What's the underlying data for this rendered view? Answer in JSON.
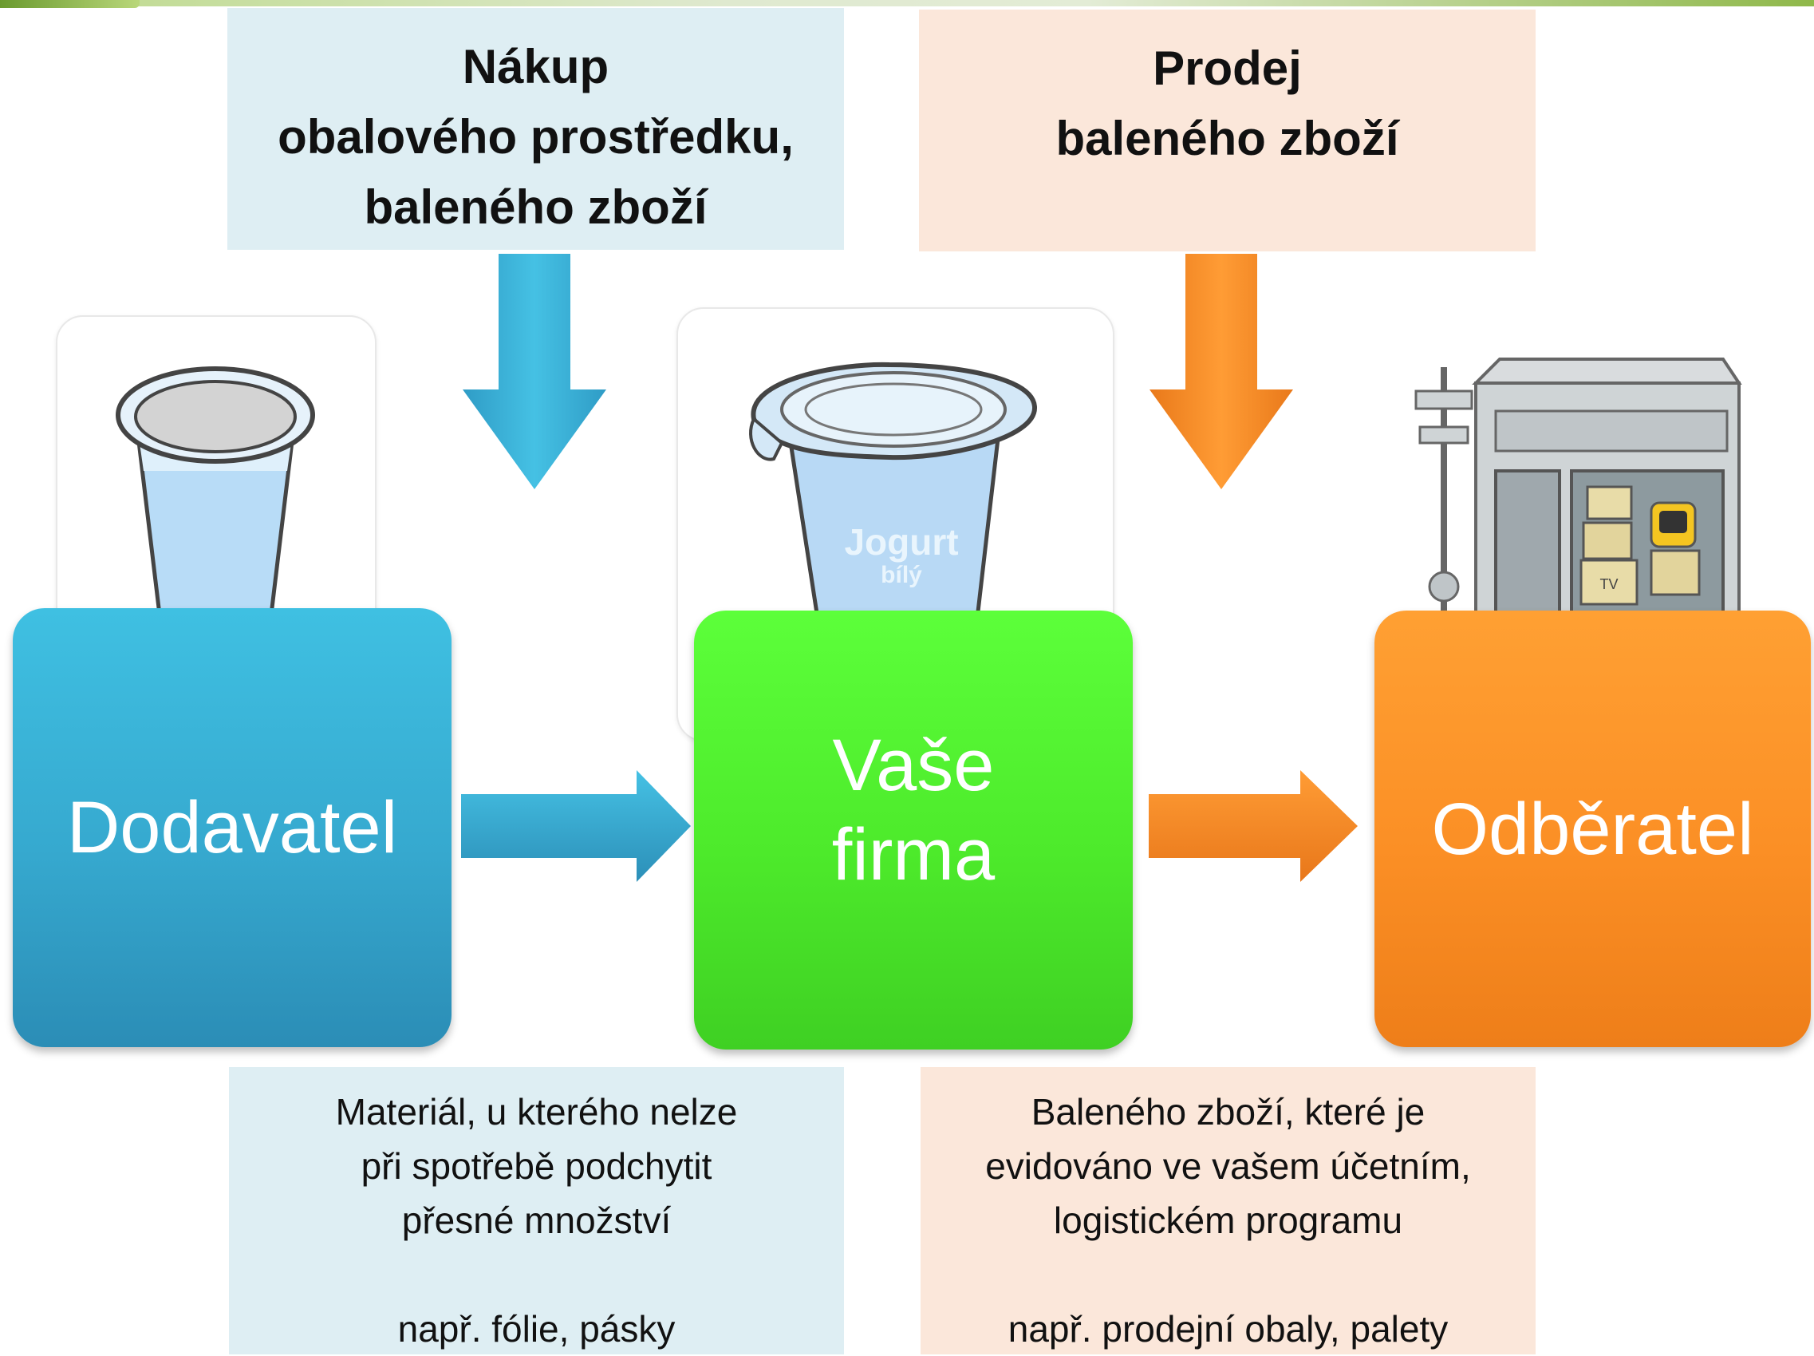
{
  "colors": {
    "blue": "#37aed4",
    "green": "#4eea2c",
    "orange": "#fa8d25",
    "light_blue_box": "#deeef3",
    "light_peach_box": "#fbe7da"
  },
  "top_labels": {
    "purchase": [
      "Nákup",
      "obalového prostředku,",
      "baleného zboží"
    ],
    "sale": [
      "Prodej",
      "baleného zboží"
    ]
  },
  "nodes": {
    "supplier": [
      "Dodavatel"
    ],
    "company": [
      "Vaše",
      "firma"
    ],
    "customer": [
      "Odběratel"
    ]
  },
  "illustrations": {
    "cup": {
      "icon": "plastic-cup-icon"
    },
    "yogurt": {
      "icon": "yogurt-cup-icon",
      "label_main": "Jogurt",
      "label_sub": "bílý"
    },
    "shop": {
      "icon": "shop-front-icon",
      "tv_label": "TV"
    }
  },
  "bottom_labels": {
    "material": [
      "Materiál, u kterého nelze",
      "při spotřebě podchytit",
      "přesné množství",
      "",
      "např. fólie, pásky"
    ],
    "goods": [
      "Baleného zboží, které je",
      "evidováno ve vašem účetním,",
      "logistickém programu",
      "",
      "např. prodejní obaly, palety"
    ]
  }
}
